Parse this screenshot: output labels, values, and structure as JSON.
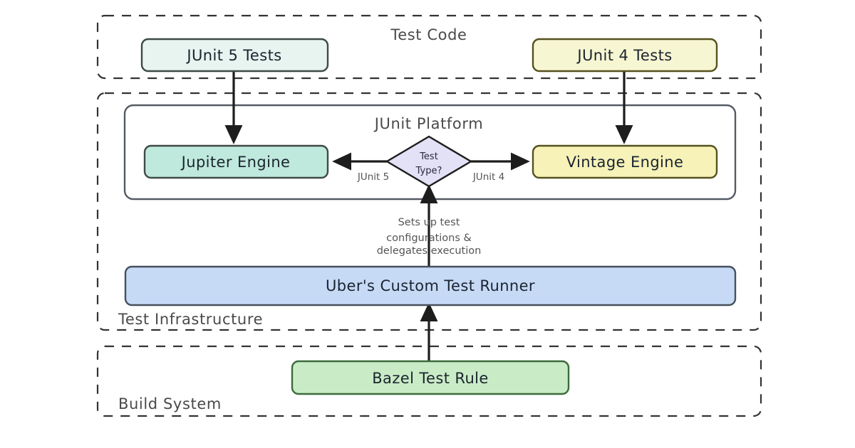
{
  "diagram": {
    "title": "JUnit test execution architecture",
    "background": "#ffffff",
    "groups": [
      {
        "id": "test-code",
        "label": "Test Code",
        "label_pos": "top-center"
      },
      {
        "id": "test-infrastructure",
        "label": "Test Infrastructure",
        "label_pos": "bottom-left"
      },
      {
        "id": "build-system",
        "label": "Build System",
        "label_pos": "bottom-left"
      }
    ],
    "subgraph": {
      "id": "junit-platform",
      "label": "JUnit Platform"
    },
    "nodes": [
      {
        "id": "junit5-tests",
        "label": "JUnit 5 Tests",
        "shape": "rounded-rect",
        "fill": "#e7f4ef",
        "stroke": "#3f4a45"
      },
      {
        "id": "junit4-tests",
        "label": "JUnit 4 Tests",
        "shape": "rounded-rect",
        "fill": "#f7f6d2",
        "stroke": "#55521f"
      },
      {
        "id": "jupiter-engine",
        "label": "Jupiter Engine",
        "shape": "rounded-rect",
        "fill": "#bfe9dc",
        "stroke": "#3f4a45"
      },
      {
        "id": "vintage-engine",
        "label": "Vintage Engine",
        "shape": "rounded-rect",
        "fill": "#f6f2b8",
        "stroke": "#55521f"
      },
      {
        "id": "test-type",
        "label_line1": "Test",
        "label_line2": "Type?",
        "shape": "diamond",
        "fill": "#e2e1f6",
        "stroke": "#1d1d1d"
      },
      {
        "id": "test-runner",
        "label": "Uber's Custom Test Runner",
        "shape": "rounded-rect",
        "fill": "#c6daf6",
        "stroke": "#47505c"
      },
      {
        "id": "bazel-rule",
        "label": "Bazel Test Rule",
        "shape": "rounded-rect",
        "fill": "#c9ecc6",
        "stroke": "#3c6b3c"
      }
    ],
    "edges": [
      {
        "id": "junit5-to-jupiter",
        "from": "junit5-tests",
        "to": "jupiter-engine",
        "label": ""
      },
      {
        "id": "junit4-to-vintage",
        "from": "junit4-tests",
        "to": "vintage-engine",
        "label": ""
      },
      {
        "id": "testtype-to-jupiter",
        "from": "test-type",
        "to": "jupiter-engine",
        "label": "JUnit 5"
      },
      {
        "id": "testtype-to-vintage",
        "from": "test-type",
        "to": "vintage-engine",
        "label": "JUnit 4"
      },
      {
        "id": "runner-to-testtype",
        "from": "test-runner",
        "to": "test-type",
        "label_lines": [
          "Sets up test",
          "configurations &",
          "delegates execution"
        ]
      },
      {
        "id": "bazel-to-runner",
        "from": "bazel-rule",
        "to": "test-runner",
        "label": ""
      }
    ]
  }
}
